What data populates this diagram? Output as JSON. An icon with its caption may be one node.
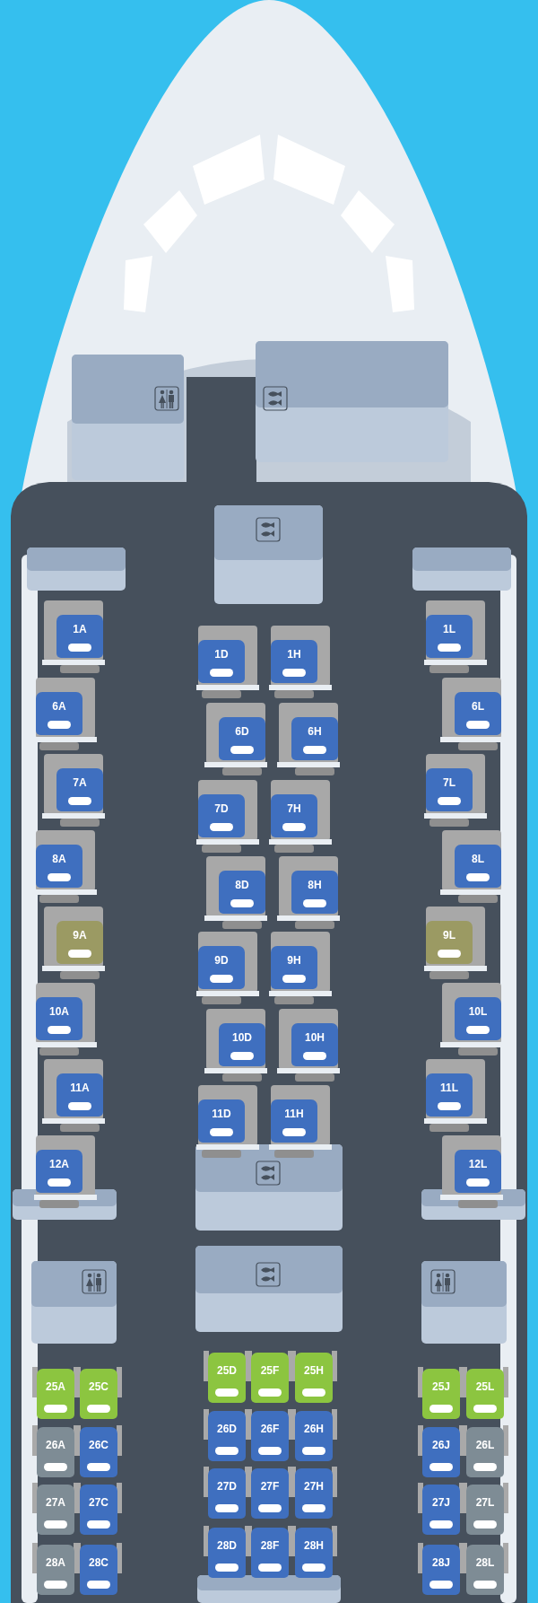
{
  "diagram": {
    "nodes": [
      {
        "text": [
          "1A"
        ]
      },
      {
        "text": [
          "1D"
        ]
      },
      {
        "text": [
          "1H"
        ]
      },
      {
        "text": [
          "1L"
        ]
      },
      {
        "text": [
          "6A"
        ]
      },
      {
        "text": [
          "6D"
        ]
      },
      {
        "text": [
          "6H"
        ]
      },
      {
        "text": [
          "6L"
        ]
      },
      {
        "text": [
          "7A"
        ]
      },
      {
        "text": [
          "7D"
        ]
      },
      {
        "text": [
          "7H"
        ]
      },
      {
        "text": [
          "7L"
        ]
      },
      {
        "text": [
          "8A"
        ]
      },
      {
        "text": [
          "8D"
        ]
      },
      {
        "text": [
          "8H"
        ]
      },
      {
        "text": [
          "8L"
        ]
      },
      {
        "text": [
          "9A"
        ]
      },
      {
        "text": [
          "9D"
        ]
      },
      {
        "text": [
          "9H"
        ]
      },
      {
        "text": [
          "9L"
        ]
      },
      {
        "text": [
          "10A"
        ]
      },
      {
        "text": [
          "10D"
        ]
      },
      {
        "text": [
          "10H"
        ]
      },
      {
        "text": [
          "10L"
        ]
      },
      {
        "text": [
          "11A"
        ]
      },
      {
        "text": [
          "11D"
        ]
      },
      {
        "text": [
          "11H"
        ]
      },
      {
        "text": [
          "11L"
        ]
      },
      {
        "text": [
          "12A"
        ]
      },
      {
        "text": [
          "12L"
        ]
      },
      {
        "text": [
          "25A"
        ]
      },
      {
        "text": [
          "25C"
        ]
      },
      {
        "text": [
          "25D"
        ]
      },
      {
        "text": [
          "25F"
        ]
      },
      {
        "text": [
          "25H"
        ]
      },
      {
        "text": [
          "25J"
        ]
      },
      {
        "text": [
          "25L"
        ]
      },
      {
        "text": [
          "26A"
        ]
      },
      {
        "text": [
          "26C"
        ]
      },
      {
        "text": [
          "26D"
        ]
      },
      {
        "text": [
          "26F"
        ]
      },
      {
        "text": [
          "26H"
        ]
      },
      {
        "text": [
          "26J"
        ]
      },
      {
        "text": [
          "26L"
        ]
      },
      {
        "text": [
          "27A"
        ]
      },
      {
        "text": [
          "27C"
        ]
      },
      {
        "text": [
          "27D"
        ]
      },
      {
        "text": [
          "27F"
        ]
      },
      {
        "text": [
          "27H"
        ]
      },
      {
        "text": [
          "27J"
        ]
      },
      {
        "text": [
          "27L"
        ]
      },
      {
        "text": [
          "28A"
        ]
      },
      {
        "text": [
          "28C"
        ]
      },
      {
        "text": [
          "28D"
        ]
      },
      {
        "text": [
          "28F"
        ]
      },
      {
        "text": [
          "28H"
        ]
      },
      {
        "text": [
          "28J"
        ]
      },
      {
        "text": [
          "28L"
        ]
      }
    ]
  }
}
